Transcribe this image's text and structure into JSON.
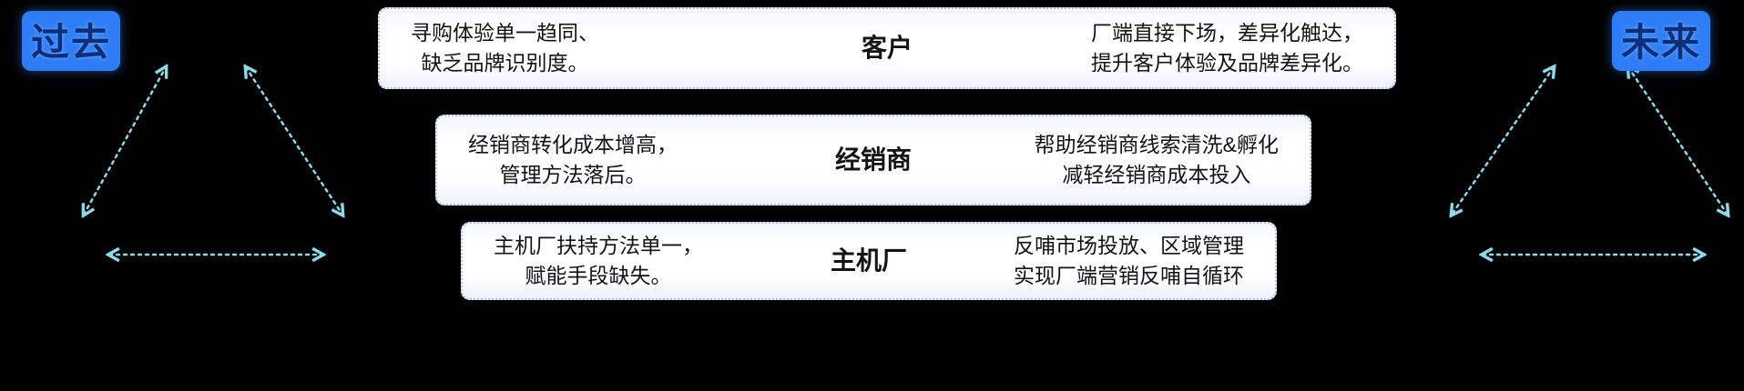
{
  "labels": {
    "past": "过去",
    "future": "未来"
  },
  "rows": [
    {
      "left": "寻购体验单一趋同、\n缺乏品牌识别度。",
      "center": "客户",
      "right": "厂端直接下场，差异化触达，\n提升客户体验及品牌差异化。"
    },
    {
      "left": "经销商转化成本增高，\n管理方法落后。",
      "center": "经销商",
      "right": "帮助经销商线索清洗&孵化\n减轻经销商成本投入"
    },
    {
      "left": "主机厂扶持方法单一，\n赋能手段缺失。",
      "center": "主机厂",
      "right": "反哺市场投放、区域管理\n实现厂端营销反哺自循环"
    }
  ],
  "colors": {
    "background": "#000000",
    "arrow": "#8fd9e9",
    "tag_bg": "#2e7df6",
    "tag_text": "#0d2f7a",
    "box_text": "#141414"
  }
}
